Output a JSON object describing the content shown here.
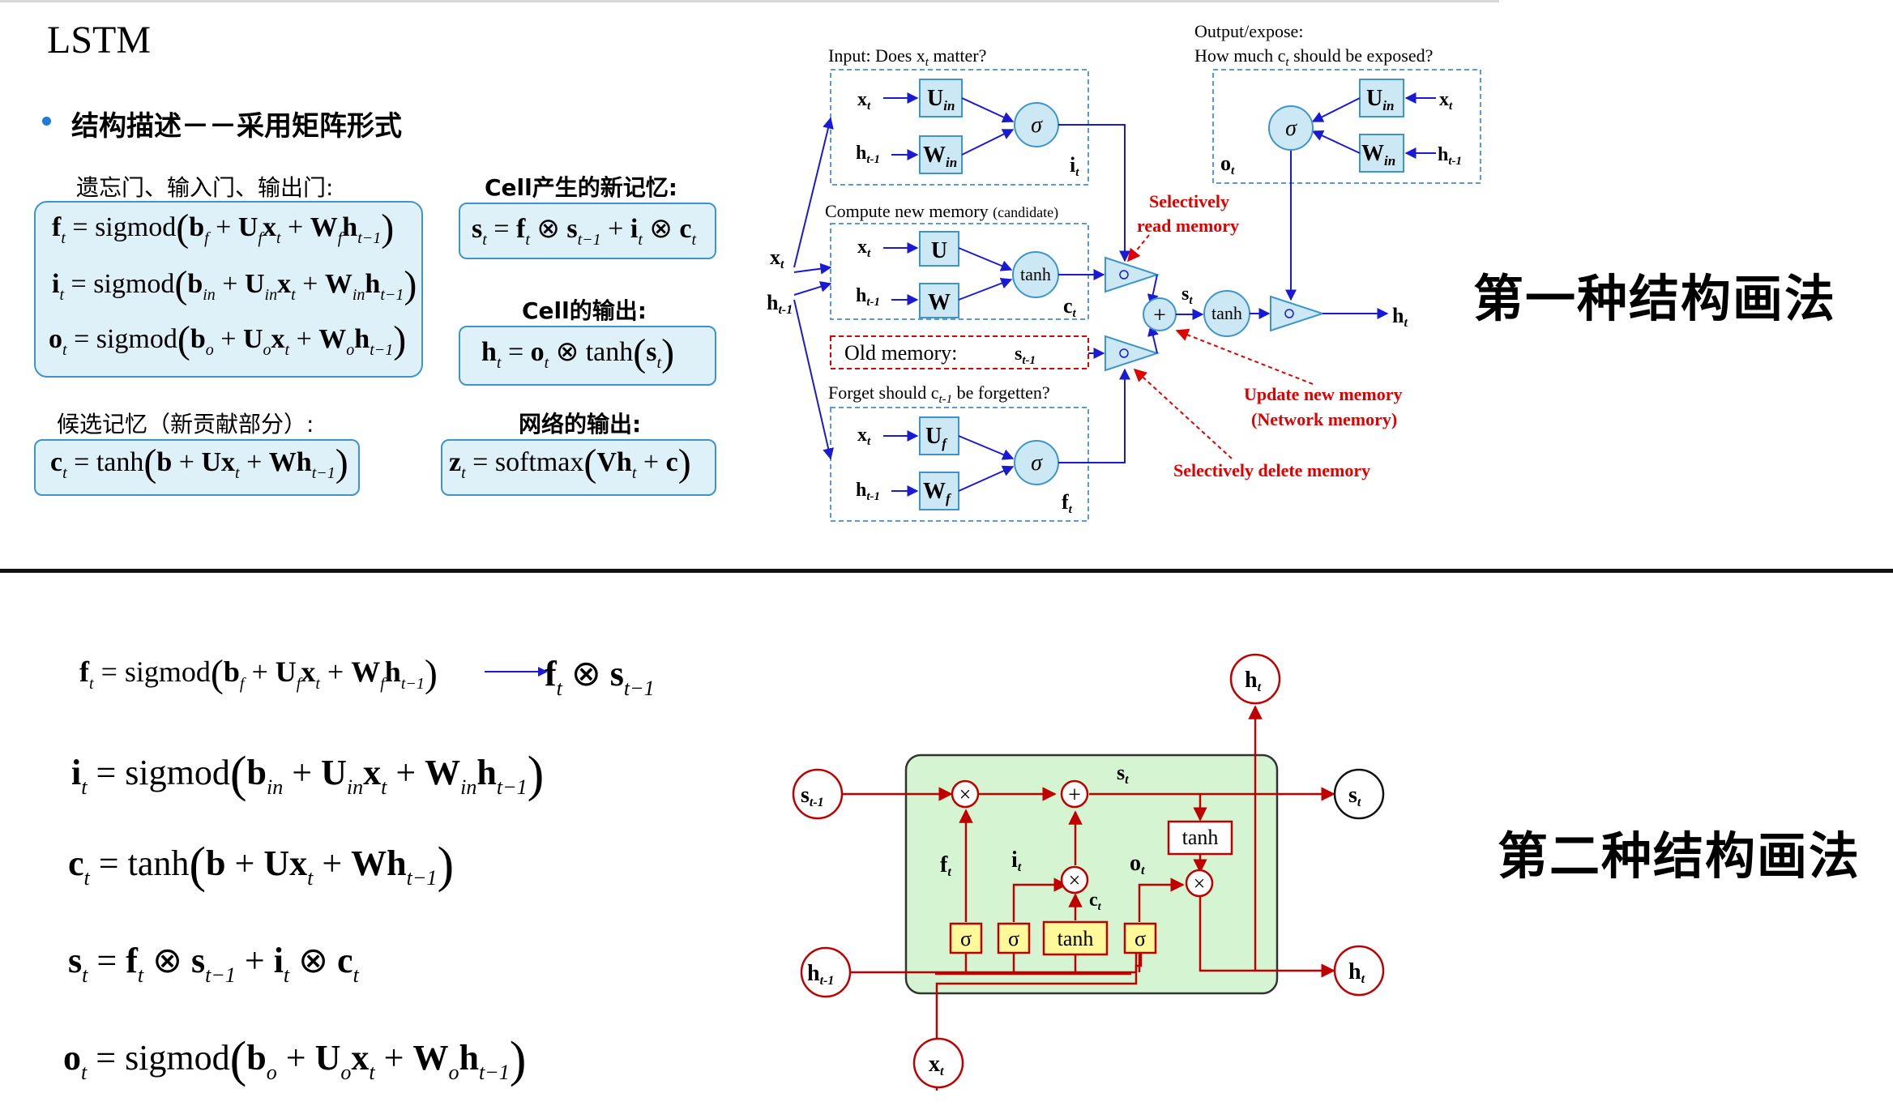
{
  "slide_title": "LSTM",
  "section_heading": "结构描述－－采用矩阵形式",
  "labels": {
    "gates": "遗忘门、输入门、输出门:",
    "cell_new_memory": "Cell产生的新记忆:",
    "cell_output": "Cell的输出:",
    "candidate": "候选记忆（新贡献部分）:",
    "network_output": "网络的输出:"
  },
  "formulas": {
    "sigmod": "sigmod",
    "tanh": "tanh",
    "softmax": "softmax",
    "one": "1"
  },
  "diagram1": {
    "title": "第一种结构画法",
    "input_q": "Input: Does x",
    "input_q_tail": " matter?",
    "output_q1": "Output/expose:",
    "output_q2": "How much c",
    "output_q2_tail": " should be exposed?",
    "compute_label": "Compute new memory",
    "compute_label_small": "(candidate)",
    "old_memory": "Old memory:",
    "forget_q": "Forget should c",
    "forget_q_tail": " be forgetten?",
    "sigma": "σ",
    "tanh": "tanh",
    "plus": "+",
    "sel_read": [
      "Selectively",
      "read memory"
    ],
    "update": [
      "Update new memory",
      "(Network memory)"
    ],
    "sel_delete": "Selectively delete memory",
    "vars": {
      "x": "x",
      "h": "h",
      "s": "s",
      "c": "c",
      "i": "i",
      "f": "f",
      "o": "o",
      "U": "U",
      "W": "W",
      "t": "t",
      "t_1": "t-1",
      "in": "in",
      "f_sub": "f"
    }
  },
  "diagram2": {
    "title": "第二种结构画法",
    "tanh": "tanh",
    "sigma": "σ",
    "times": "×",
    "plus": "+"
  },
  "colors": {
    "formula_fill": "#dff1f8",
    "formula_border": "#3e95c9",
    "arrow_blue": "#1a1ad6",
    "dashed_blue": "#5b9bd5",
    "node_fill": "#cce8f4",
    "red_text": "#e00000",
    "dark_red": "#c00000",
    "cell_green": "#d5f5d2",
    "gate_yellow": "#fff99a",
    "bullet_blue": "#1e7bd6"
  }
}
